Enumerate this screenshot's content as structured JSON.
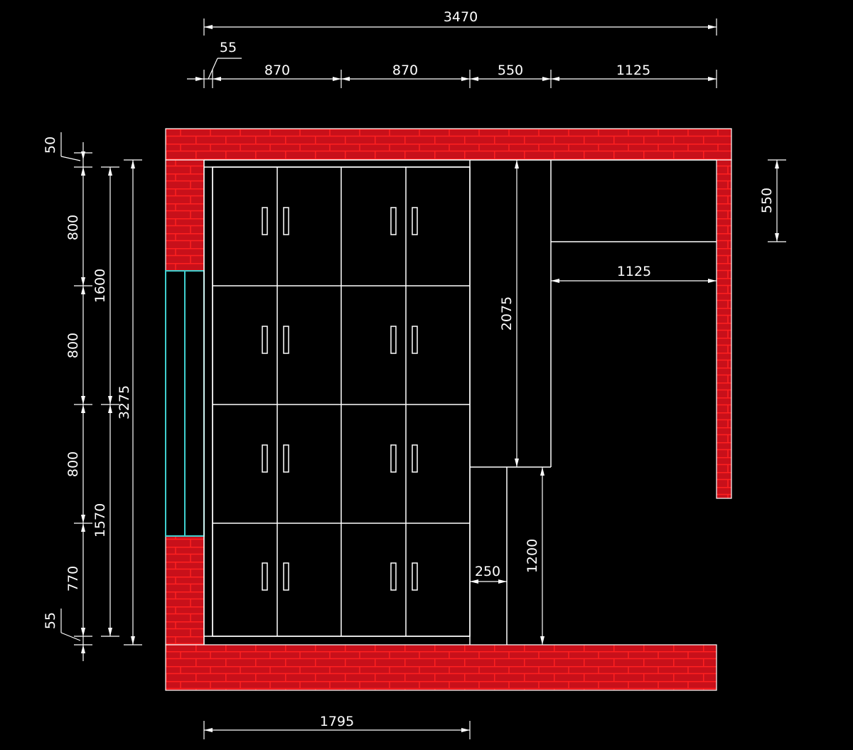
{
  "drawing": {
    "overall_width": "3470",
    "top_offset": "55",
    "seg_1": "870",
    "seg_2": "870",
    "seg_3": "550",
    "seg_4": "1125",
    "top_wall": "50",
    "row_1": "800",
    "row_2": "800",
    "row_3": "800",
    "row_4": "770",
    "bottom_wall": "55",
    "upper_total": "1600",
    "lower_total": "1570",
    "overall_height": "3275",
    "column_height": "2075",
    "recess_depth": "1200",
    "recess_width": "250",
    "shelf_depth": "550",
    "shelf_width": "1125",
    "cabinet_width": "1795"
  },
  "colors": {
    "background": "#000000",
    "lines": "#ffffff",
    "brick": "#c8101a",
    "mortar": "#ff2020",
    "glass": "#3fd0cf"
  }
}
